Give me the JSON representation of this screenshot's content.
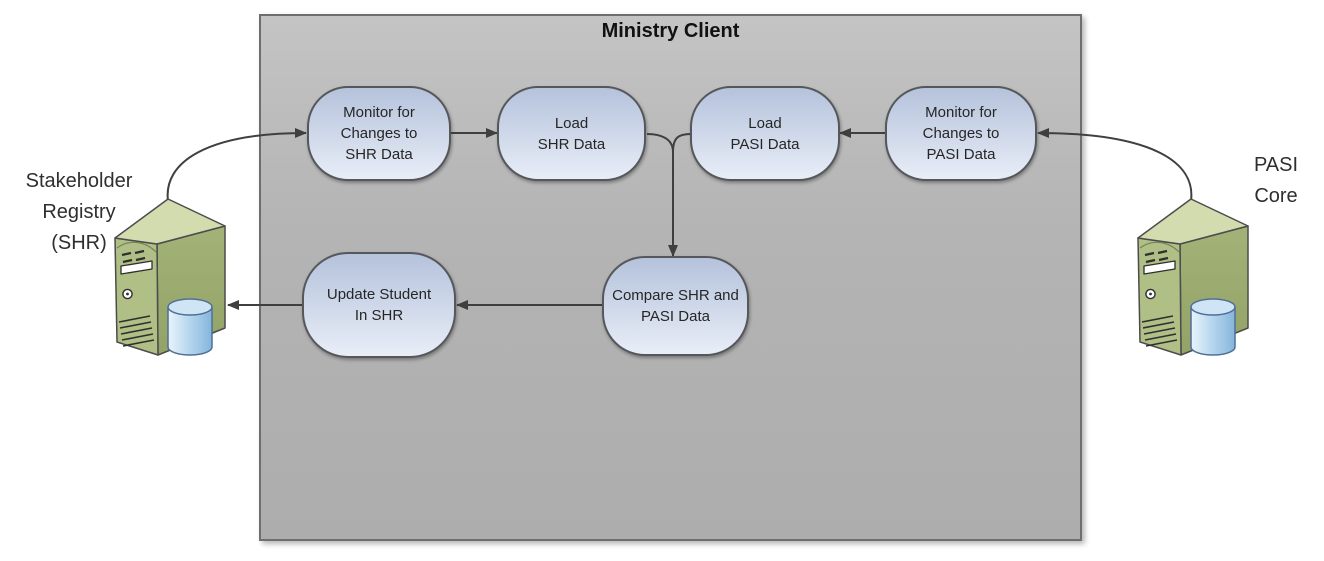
{
  "container": {
    "title": "Ministry Client"
  },
  "nodes": [
    {
      "id": "monitor-shr-changes",
      "label": "Monitor for\nChanges to\nSHR Data"
    },
    {
      "id": "load-shr-data",
      "label": "Load\nSHR Data"
    },
    {
      "id": "load-pasi-data",
      "label": "Load\nPASI Data"
    },
    {
      "id": "monitor-pasi-changes",
      "label": "Monitor for\nChanges to\nPASI Data"
    },
    {
      "id": "update-student-in-shr",
      "label": "Update Student\nIn SHR"
    },
    {
      "id": "compare-shr-pasi",
      "label": "Compare SHR and\nPASI Data"
    }
  ],
  "systems": [
    {
      "id": "shr",
      "label": "Stakeholder\nRegistry\n(SHR)"
    },
    {
      "id": "pasi-core",
      "label": "PASI\nCore"
    }
  ],
  "connections": [
    {
      "from": "shr",
      "to": "monitor-shr-changes"
    },
    {
      "from": "monitor-shr-changes",
      "to": "load-shr-data"
    },
    {
      "from": "load-shr-data",
      "to": "compare-shr-pasi"
    },
    {
      "from": "pasi-core",
      "to": "monitor-pasi-changes"
    },
    {
      "from": "monitor-pasi-changes",
      "to": "load-pasi-data"
    },
    {
      "from": "load-pasi-data",
      "to": "compare-shr-pasi"
    },
    {
      "from": "compare-shr-pasi",
      "to": "update-student-in-shr"
    },
    {
      "from": "update-student-in-shr",
      "to": "shr"
    }
  ],
  "colors": {
    "canvas_bg": "#ffffff",
    "container_fill": "#b4b4b4",
    "container_border": "#6e6e6e",
    "node_fill_top": "#b4c2db",
    "node_fill_bottom": "#e9eef8",
    "node_border": "#55575a",
    "arrow": "#3f3f3f",
    "server_front_green": "#b0bf85",
    "server_top_green": "#d2dcae",
    "server_side_green": "#99a96e",
    "database_blue": "#8fbde2"
  }
}
